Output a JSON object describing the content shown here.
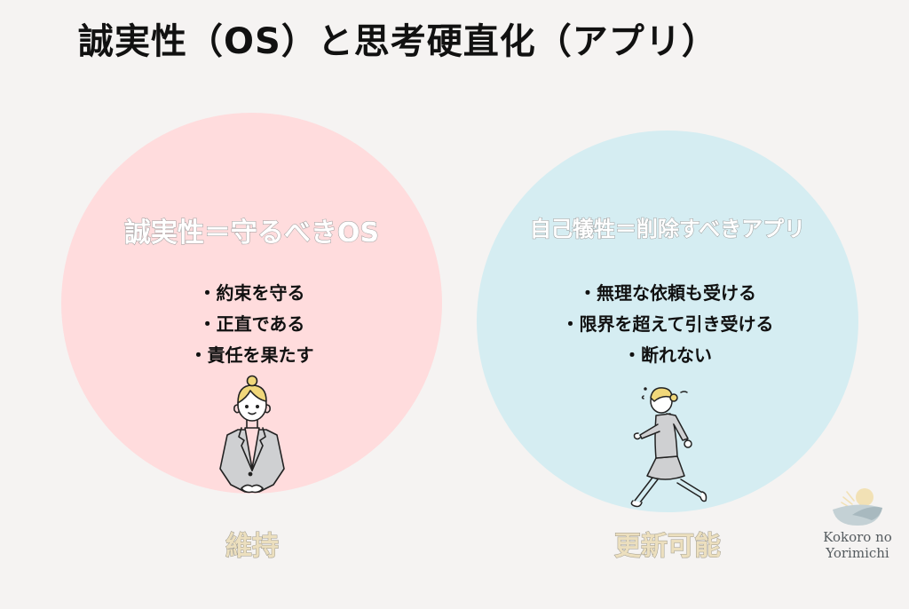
{
  "title": "誠実性（OS）と思考硬直化（アプリ）",
  "left": {
    "heading": "誠実性＝守るべきOS",
    "bullets": [
      "・約束を守る",
      "・正直である",
      "・責任を果たす"
    ],
    "label": "維持",
    "figure": "standing-businesswoman-illustration",
    "color": "#ffdcdd"
  },
  "right": {
    "heading": "自己犠牲＝削除すべきアプリ",
    "bullets": [
      "・無理な依頼も受ける",
      "・限界を超えて引き受ける",
      "・断れない"
    ],
    "label": "更新可能",
    "figure": "rushing-businesswoman-illustration",
    "color": "#d5edf2"
  },
  "logo": {
    "line1": "Kokoro no",
    "line2": "Yorimichi",
    "icon": "sun-over-hills-logo-icon"
  },
  "colors": {
    "background": "#f5f3f2",
    "label_fill": "#ecdfbe",
    "hair": "#f0d77a",
    "suit": "#cfd0d2"
  }
}
